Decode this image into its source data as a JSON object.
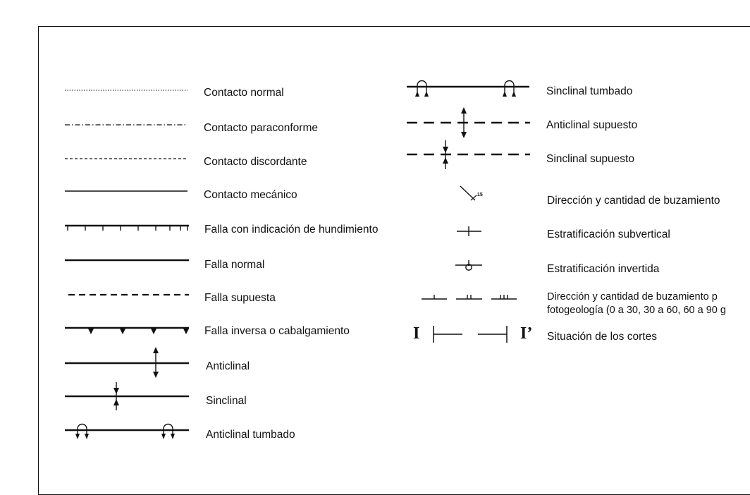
{
  "legend": {
    "left_items": [
      {
        "label": "Contacto normal",
        "symbol": "dotted-line"
      },
      {
        "label": "Contacto paraconforme",
        "symbol": "dash-dot-line"
      },
      {
        "label": "Contacto discordante",
        "symbol": "short-dashed-line"
      },
      {
        "label": "Contacto mecánico",
        "symbol": "thin-solid-line"
      },
      {
        "label": "Falla con indicación de hundimiento",
        "symbol": "fault-with-ticks"
      },
      {
        "label": "Falla normal",
        "symbol": "thick-solid-line"
      },
      {
        "label": "Falla supuesta",
        "symbol": "thick-dashed-line"
      },
      {
        "label": "Falla inversa o cabalgamiento",
        "symbol": "thrust-fault-triangles"
      },
      {
        "label": "Anticlinal",
        "symbol": "anticline-arrows"
      },
      {
        "label": "Sinclinal",
        "symbol": "syncline-arrows"
      },
      {
        "label": "Anticlinal tumbado",
        "symbol": "overturned-anticline"
      }
    ],
    "right_items": [
      {
        "label": "Sinclinal tumbado",
        "symbol": "overturned-syncline"
      },
      {
        "label": "Anticlinal supuesto",
        "symbol": "inferred-anticline"
      },
      {
        "label": "Sinclinal supuesto",
        "symbol": "inferred-syncline"
      },
      {
        "label": "Dirección y cantidad de buzamiento",
        "symbol": "dip-strike",
        "dip_value": "15"
      },
      {
        "label": "Estratificación subvertical",
        "symbol": "subvertical-bedding"
      },
      {
        "label": "Estratificación invertida",
        "symbol": "overturned-bedding"
      },
      {
        "label_line1": "Dirección y cantidad de buzamiento p",
        "label_line2": "fotogeología (0 a 30, 30 a 60, 60 a 90 g",
        "symbol": "photogeology-dip"
      },
      {
        "label": "Situación de los cortes",
        "symbol": "cross-section-line",
        "start_mark": "I",
        "end_mark": "I’"
      }
    ]
  }
}
